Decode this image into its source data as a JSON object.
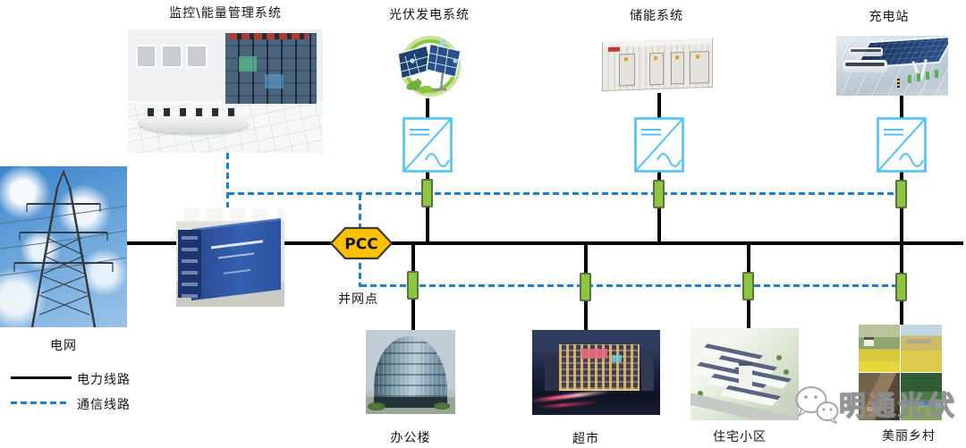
{
  "diagram": {
    "nodes": {
      "grid": {
        "label": "电网",
        "type": "utility-grid"
      },
      "monitoring": {
        "label": "监控\\能量管理系统",
        "type": "ems-control-room"
      },
      "converter_station": {
        "label": "",
        "type": "power-electronics-container"
      },
      "pv": {
        "label": "光伏发电系统",
        "type": "pv-generation"
      },
      "storage": {
        "label": "储能系统",
        "type": "battery-storage"
      },
      "charging": {
        "label": "充电站",
        "type": "ev-charging-station"
      },
      "pcc": {
        "label": "PCC",
        "type": "point-of-common-coupling"
      },
      "grid_connection": {
        "label": "并网点",
        "type": "grid-connection-point"
      },
      "office": {
        "label": "办公楼",
        "type": "load"
      },
      "supermarket": {
        "label": "超市",
        "type": "load"
      },
      "residential": {
        "label": "住宅小区",
        "type": "load"
      },
      "village": {
        "label": "美丽乡村",
        "type": "load"
      }
    },
    "legend": {
      "power": {
        "label": "电力线路",
        "style": "solid",
        "color": "#000000"
      },
      "comm": {
        "label": "通信线路",
        "style": "dashed",
        "color": "#1c7fd2"
      }
    },
    "watermark": {
      "text": "明通光伏",
      "icon": "wechat-icon"
    },
    "colors": {
      "power_line": "#000000",
      "comm_line": "#1c7fd2",
      "switch_fill": "#8dc63f",
      "inverter_stroke": "#4fc3f7",
      "pcc_fill": "#ffc000",
      "pcc_border": "#3a3a3a"
    }
  }
}
